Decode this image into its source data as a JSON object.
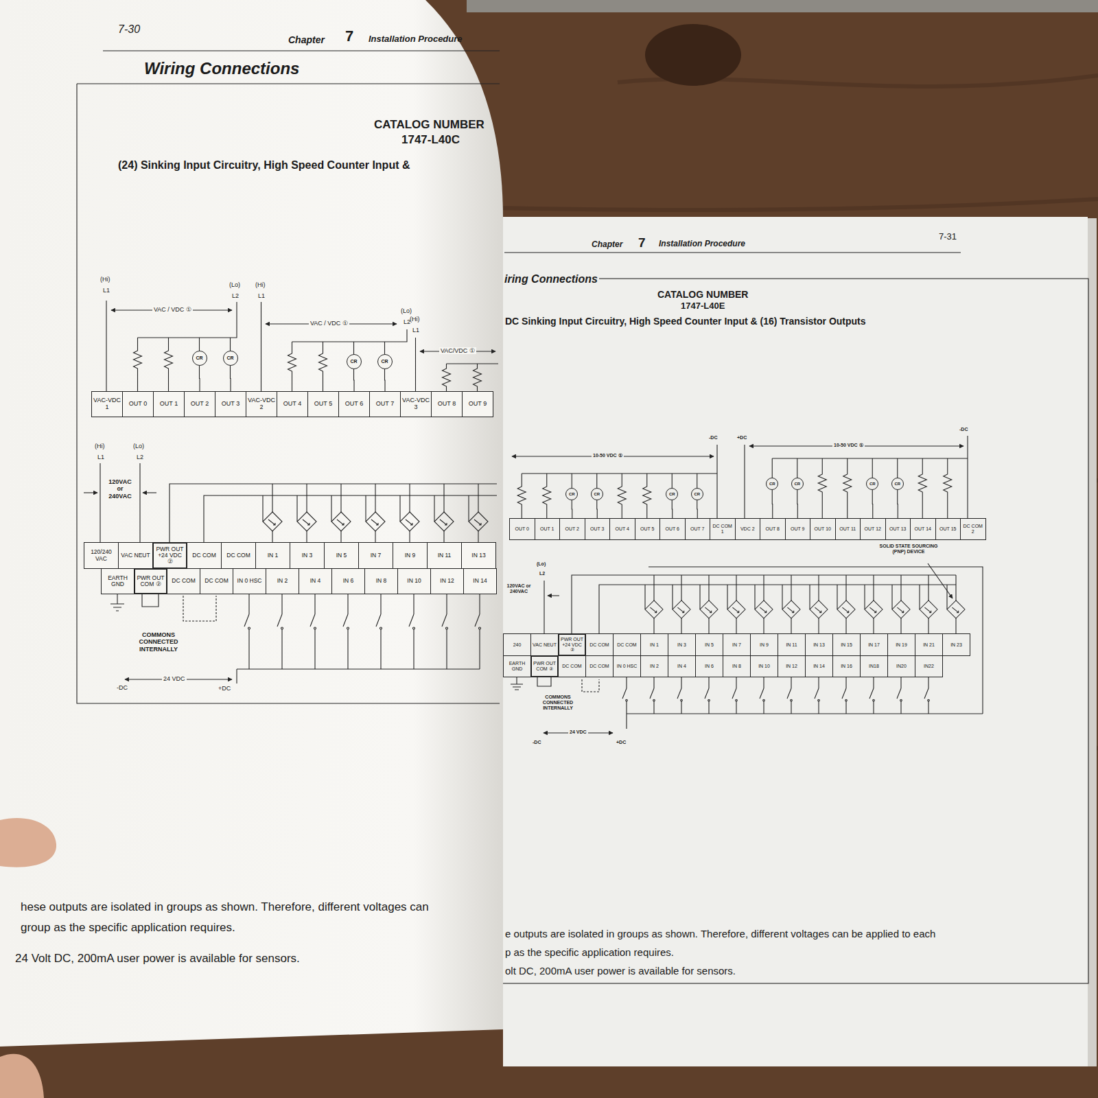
{
  "diagram": {
    "nodes": [
      {
        "text": [
          "CR"
        ]
      },
      {
        "text": [
          "CR"
        ]
      },
      {
        "text": [
          "CR"
        ]
      },
      {
        "text": [
          "CR"
        ]
      },
      {
        "text": [
          "VAC-VDC 1"
        ]
      },
      {
        "text": [
          "OUT 0"
        ]
      },
      {
        "text": [
          "OUT 1"
        ]
      },
      {
        "text": [
          "OUT 2"
        ]
      },
      {
        "text": [
          "OUT 3"
        ]
      },
      {
        "text": [
          "VAC-VDC 2"
        ]
      },
      {
        "text": [
          "OUT 4"
        ]
      },
      {
        "text": [
          "OUT 5"
        ]
      },
      {
        "text": [
          "OUT 6"
        ]
      },
      {
        "text": [
          "OUT 7"
        ]
      },
      {
        "text": [
          "VAC-VDC 3"
        ]
      },
      {
        "text": [
          "OUT 8"
        ]
      },
      {
        "text": [
          "OUT 9"
        ]
      },
      {
        "text": [
          "120/240 VAC"
        ]
      },
      {
        "text": [
          "VAC NEUT"
        ]
      },
      {
        "text": [
          "PWR OUT +24 VDC ②"
        ]
      },
      {
        "text": [
          "DC COM"
        ]
      },
      {
        "text": [
          "DC COM"
        ]
      },
      {
        "text": [
          "IN 1"
        ]
      },
      {
        "text": [
          "IN 3"
        ]
      },
      {
        "text": [
          "IN 5"
        ]
      },
      {
        "text": [
          "IN 7"
        ]
      },
      {
        "text": [
          "IN 9"
        ]
      },
      {
        "text": [
          "IN 11"
        ]
      },
      {
        "text": [
          "IN 13"
        ]
      },
      {
        "text": [
          "EARTH GND"
        ]
      },
      {
        "text": [
          "PWR OUT COM ②"
        ]
      },
      {
        "text": [
          "DC COM"
        ]
      },
      {
        "text": [
          "DC COM"
        ]
      },
      {
        "text": [
          "IN 0 HSC"
        ]
      },
      {
        "text": [
          "IN 2"
        ]
      },
      {
        "text": [
          "IN 4"
        ]
      },
      {
        "text": [
          "IN 6"
        ]
      },
      {
        "text": [
          "IN 8"
        ]
      },
      {
        "text": [
          "IN 10"
        ]
      },
      {
        "text": [
          "IN 12"
        ]
      },
      {
        "text": [
          "IN 14"
        ]
      },
      {
        "text": [
          "CR"
        ]
      },
      {
        "text": [
          "CR"
        ]
      },
      {
        "text": [
          "CR"
        ]
      },
      {
        "text": [
          "CR"
        ]
      },
      {
        "text": [
          "CR"
        ]
      },
      {
        "text": [
          "CR"
        ]
      },
      {
        "text": [
          "CR"
        ]
      },
      {
        "text": [
          "CR"
        ]
      },
      {
        "text": [
          "OUT 0"
        ]
      },
      {
        "text": [
          "OUT 1"
        ]
      },
      {
        "text": [
          "OUT 2"
        ]
      },
      {
        "text": [
          "OUT 3"
        ]
      },
      {
        "text": [
          "OUT 4"
        ]
      },
      {
        "text": [
          "OUT 5"
        ]
      },
      {
        "text": [
          "OUT 6"
        ]
      },
      {
        "text": [
          "OUT 7"
        ]
      },
      {
        "text": [
          "DC COM 1"
        ]
      },
      {
        "text": [
          "VDC 2"
        ]
      },
      {
        "text": [
          "OUT 8"
        ]
      },
      {
        "text": [
          "OUT 9"
        ]
      },
      {
        "text": [
          "OUT 10"
        ]
      },
      {
        "text": [
          "OUT 11"
        ]
      },
      {
        "text": [
          "OUT 12"
        ]
      },
      {
        "text": [
          "OUT 13"
        ]
      },
      {
        "text": [
          "OUT 14"
        ]
      },
      {
        "text": [
          "OUT 15"
        ]
      },
      {
        "text": [
          "DC COM 2"
        ]
      },
      {
        "text": [
          "240"
        ]
      },
      {
        "text": [
          "VAC NEUT"
        ]
      },
      {
        "text": [
          "PWR OUT +24 VDC ②"
        ]
      },
      {
        "text": [
          "DC COM"
        ]
      },
      {
        "text": [
          "DC COM"
        ]
      },
      {
        "text": [
          "IN 1"
        ]
      },
      {
        "text": [
          "IN 3"
        ]
      },
      {
        "text": [
          "IN 5"
        ]
      },
      {
        "text": [
          "IN 7"
        ]
      },
      {
        "text": [
          "IN 9"
        ]
      },
      {
        "text": [
          "IN 11"
        ]
      },
      {
        "text": [
          "IN 13"
        ]
      },
      {
        "text": [
          "IN 15"
        ]
      },
      {
        "text": [
          "IN 17"
        ]
      },
      {
        "text": [
          "IN 19"
        ]
      },
      {
        "text": [
          "IN 21"
        ]
      },
      {
        "text": [
          "IN 23"
        ]
      },
      {
        "text": [
          "EARTH GND"
        ]
      },
      {
        "text": [
          "PWR OUT COM ②"
        ]
      },
      {
        "text": [
          "DC COM"
        ]
      },
      {
        "text": [
          "DC COM"
        ]
      },
      {
        "text": [
          "IN 0 HSC"
        ]
      },
      {
        "text": [
          "IN 2"
        ]
      },
      {
        "text": [
          "IN 4"
        ]
      },
      {
        "text": [
          "IN 6"
        ]
      },
      {
        "text": [
          "IN 8"
        ]
      },
      {
        "text": [
          "IN 10"
        ]
      },
      {
        "text": [
          "IN 12"
        ]
      },
      {
        "text": [
          "IN 14"
        ]
      },
      {
        "text": [
          "IN 16"
        ]
      },
      {
        "text": [
          "IN18"
        ]
      },
      {
        "text": [
          "IN20"
        ]
      },
      {
        "text": [
          "IN22"
        ]
      }
    ],
    "edges": [
      {
        "from": 0,
        "to": 7,
        "arrow": "none"
      },
      {
        "from": 1,
        "to": 8,
        "arrow": "none"
      },
      {
        "from": 2,
        "to": 12,
        "arrow": "none"
      },
      {
        "from": 3,
        "to": 13,
        "arrow": "none"
      },
      {
        "from": 41,
        "to": 51,
        "arrow": "none"
      },
      {
        "from": 42,
        "to": 52,
        "arrow": "none"
      },
      {
        "from": 43,
        "to": 55,
        "arrow": "none"
      },
      {
        "from": 44,
        "to": 56,
        "arrow": "none"
      },
      {
        "from": 45,
        "to": 59,
        "arrow": "none"
      },
      {
        "from": 46,
        "to": 60,
        "arrow": "none"
      },
      {
        "from": 47,
        "to": 63,
        "arrow": "none"
      },
      {
        "from": 48,
        "to": 64,
        "arrow": "none"
      }
    ],
    "labels": [
      "7-30",
      "Chapter",
      "7",
      "Installation Procedure",
      "Wiring Connections",
      "CATALOG NUMBER",
      "1747-L40C",
      "(24) Sinking Input Circuitry, High Speed Counter Input &",
      "(Hi)",
      "L1",
      "VAC / VDC ①",
      "(Lo)",
      "L2",
      "(Hi)",
      "L1",
      "VAC / VDC ①",
      "(Lo)",
      "L2",
      "(Hi)",
      "L1",
      "VAC/VDC ①",
      "(Hi)",
      "L1",
      "(Lo)",
      "L2",
      "120VAC or 240VAC",
      "COMMONS CONNECTED INTERNALLY",
      "24 VDC",
      "-DC",
      "+DC",
      "hese outputs are isolated in groups as shown. Therefore, different voltages can",
      "group as the specific application requires.",
      "24 Volt DC, 200mA user power is available for sensors.",
      "Chapter",
      "7",
      "Installation Procedure",
      "7-31",
      "iring Connections",
      "CATALOG NUMBER",
      "1747-L40E",
      "DC Sinking Input Circuitry, High Speed Counter Input & (16) Transistor Outputs",
      "10-50 VDC ①",
      "-DC",
      "+DC",
      "10-50 VDC ①",
      "-DC",
      "SOLID STATE SOURCING (PNP) DEVICE",
      "(Lo)",
      "L2",
      "120VAC or 240VAC",
      "COMMONS CONNECTED INTERNALLY",
      "24 VDC",
      "-DC",
      "+DC",
      "e outputs are isolated in groups as shown. Therefore, different voltages can be applied to each",
      "p as the specific application requires.",
      "olt DC, 200mA user power is available for sensors."
    ]
  }
}
